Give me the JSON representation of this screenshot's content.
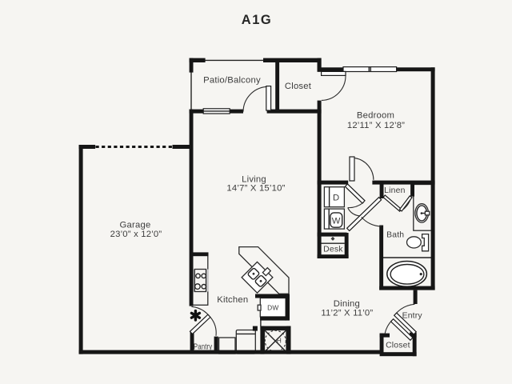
{
  "title": "A1G",
  "colors": {
    "background": "#f6f5f2",
    "walls": "#161616",
    "text": "#3c3c3c"
  },
  "rooms": {
    "patio": {
      "label": "Patio/Balcony"
    },
    "closet_top": {
      "label": "Closet"
    },
    "bedroom": {
      "label": "Bedroom",
      "dims": "12’11” X 12’8”"
    },
    "living": {
      "label": "Living",
      "dims": "14’7” X 15’10”"
    },
    "garage": {
      "label": "Garage",
      "dims": "23’0” x 12’0”"
    },
    "kitchen": {
      "label": "Kitchen"
    },
    "dining": {
      "label": "Dining",
      "dims": "11’2” X 11’0”"
    },
    "bath": {
      "label": "Bath"
    },
    "linen": {
      "label": "Linen"
    },
    "desk": {
      "label": "Desk"
    },
    "pantry": {
      "label": "Pantry"
    },
    "entry": {
      "label": "Entry"
    },
    "closet_entry": {
      "label": "Closet"
    }
  },
  "fixtures": {
    "dryer": "D",
    "washer": "W",
    "dishwasher": "DW",
    "water_heater": "H"
  }
}
